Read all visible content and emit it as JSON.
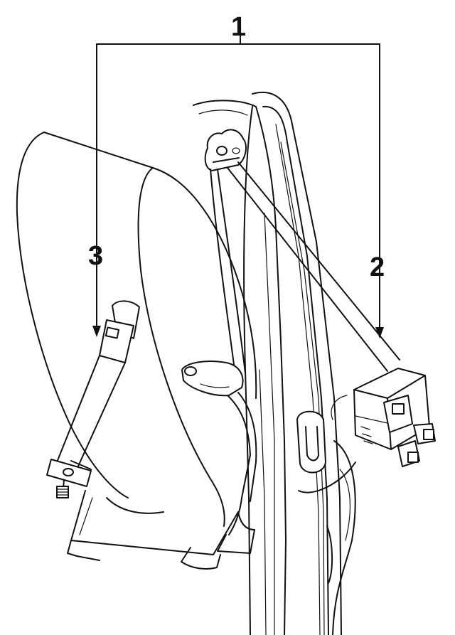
{
  "callouts": {
    "assembly": "1",
    "retractor": "2",
    "buckle": "3"
  },
  "colors": {
    "line": "#111111",
    "background": "#ffffff"
  }
}
